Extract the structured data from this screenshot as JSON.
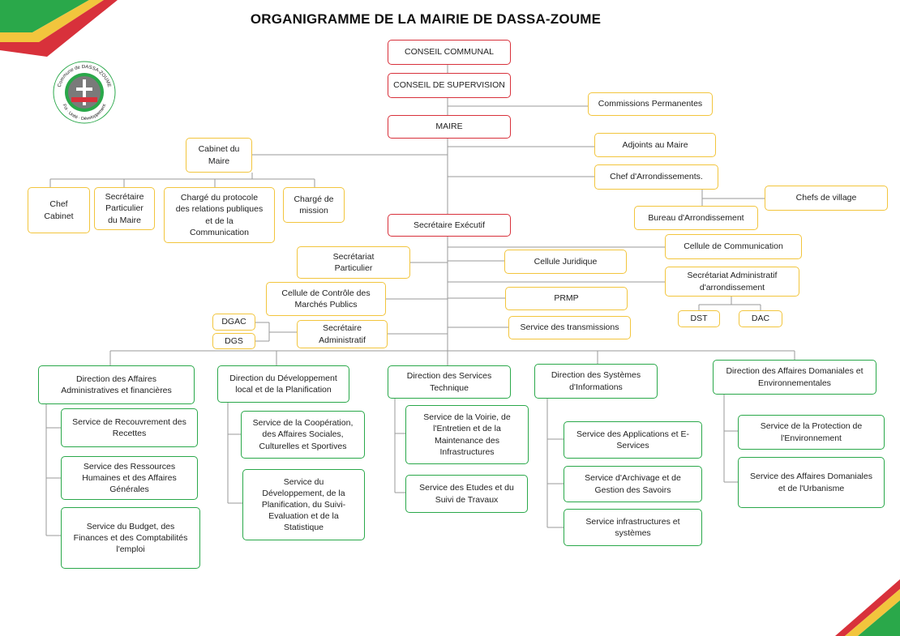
{
  "header": {
    "title": "ORGANIGRAMME DE LA MAIRIE DE DASSA-ZOUME"
  },
  "logo": {
    "ring_text_top": "Commune de DASSA-ZOUME",
    "ring_text_bottom": "Foi · Unité · Développement"
  },
  "colors": {
    "red": "#d8313b",
    "yellow": "#f2c53d",
    "green": "#2aa84a",
    "line": "#9a9a9a"
  },
  "nodes": {
    "conseil_communal": "CONSEIL COMMUNAL",
    "conseil_supervision": "CONSEIL DE SUPERVISION",
    "commissions": "Commissions Permanentes",
    "maire": "MAIRE",
    "cabinet": "Cabinet du\nMaire",
    "adjoints": "Adjoints au Maire",
    "chef_arr": "Chef d'Arrondissements.",
    "chef_cabinet": "Chef\nCabinet",
    "sec_particulier_maire": "Secrétaire\nParticulier\ndu Maire",
    "protocole": "Chargé du protocole\ndes relations publiques\net de la\nCommunication",
    "charge_mission": "Chargé de\nmission",
    "chefs_village": "Chefs de village",
    "bureau_arr": "Bureau d'Arrondissement",
    "sec_executif": "Secrétaire Exécutif",
    "cellule_comm": "Cellule de Communication",
    "secretariat_particulier": "Secrétariat\nParticulier",
    "cellule_juridique": "Cellule Juridique",
    "sec_admin_arr": "Secrétariat Administratif\nd'arrondissement",
    "cellule_controle": "Cellule de Contrôle des\nMarchés Publics",
    "prmp": "PRMP",
    "dst": "DST",
    "dac": "DAC",
    "dgac": "DGAC",
    "dgs": "DGS",
    "sec_admin": "Secrétaire\nAdministratif",
    "transmissions": "Service des transmissions",
    "dir_admin": "Direction des Affaires\nAdministratives et financières",
    "dir_dev": "Direction du Développement\nlocal et de la Planification",
    "dir_tech": "Direction des Services\nTechnique",
    "dir_si": "Direction des Systèmes\nd'Informations",
    "dir_dom": "Direction des Affaires Domaniales et\nEnvironnementales",
    "s_recouvrement": "Service de Recouvrement des\nRecettes",
    "s_rh": "Service des Ressources\nHumaines et des Affaires\nGénérales",
    "s_budget": "Service du Budget, des\nFinances et des Comptabilités\nl'emploi",
    "s_cooperation": "Service de la Coopération,\ndes Affaires Sociales,\nCulturelles et Sportives",
    "s_dev": "Service du\nDéveloppement, de la\nPlanification, du Suivi-\nEvaluation et de la\nStatistique",
    "s_voirie": "Service de la Voirie, de\nl'Entretien et de la\nMaintenance des\nInfrastructures",
    "s_etudes": "Service des Etudes et du\nSuivi de Travaux",
    "s_applications": "Service des Applications et E-\nServices",
    "s_archivage": "Service d'Archivage et de\nGestion des Savoirs",
    "s_infra": "Service infrastructures et\nsystèmes",
    "s_env": "Service de la Protection de\nl'Environnement",
    "s_domaniales": "Service des Affaires Domaniales\net de l'Urbanisme"
  }
}
